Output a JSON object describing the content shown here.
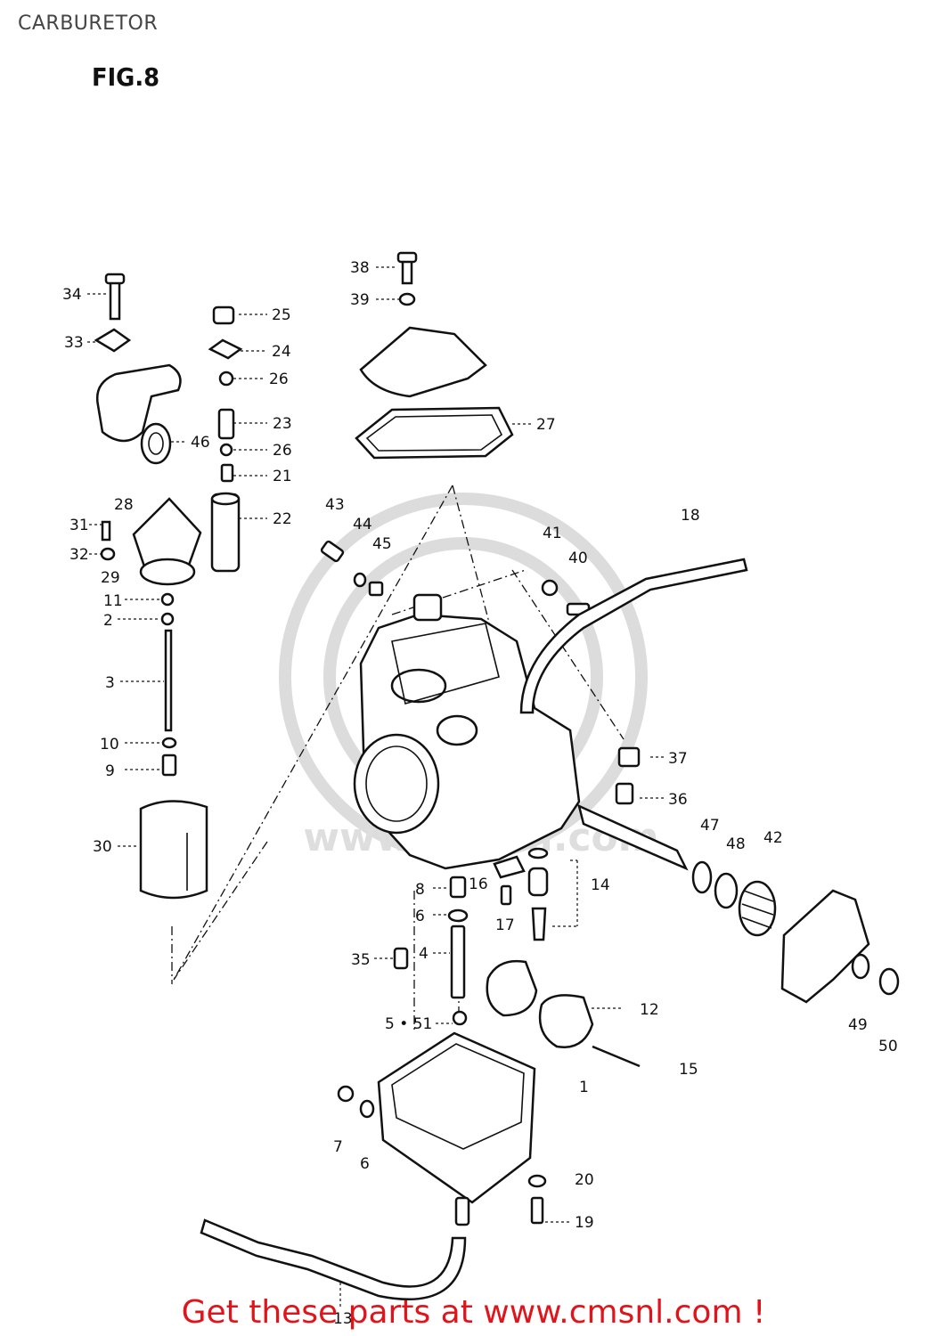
{
  "page": {
    "title": "CARBURETOR",
    "figure": "FIG.8",
    "footer": "Get these parts at www.cmsnl.com !"
  },
  "watermark": {
    "text": "www.cmsnl.com"
  },
  "callouts": [
    {
      "id": "34",
      "text": "34"
    },
    {
      "id": "33",
      "text": "33"
    },
    {
      "id": "25",
      "text": "25"
    },
    {
      "id": "24",
      "text": "24"
    },
    {
      "id": "26a",
      "text": "26"
    },
    {
      "id": "23",
      "text": "23"
    },
    {
      "id": "26b",
      "text": "26"
    },
    {
      "id": "21",
      "text": "21"
    },
    {
      "id": "22",
      "text": "22"
    },
    {
      "id": "46",
      "text": "46"
    },
    {
      "id": "28",
      "text": "28"
    },
    {
      "id": "31",
      "text": "31"
    },
    {
      "id": "32",
      "text": "32"
    },
    {
      "id": "29",
      "text": "29"
    },
    {
      "id": "11",
      "text": "11"
    },
    {
      "id": "2",
      "text": "2"
    },
    {
      "id": "3",
      "text": "3"
    },
    {
      "id": "10",
      "text": "10"
    },
    {
      "id": "9",
      "text": "9"
    },
    {
      "id": "30",
      "text": "30"
    },
    {
      "id": "38",
      "text": "38"
    },
    {
      "id": "39",
      "text": "39"
    },
    {
      "id": "27",
      "text": "27"
    },
    {
      "id": "43",
      "text": "43"
    },
    {
      "id": "44",
      "text": "44"
    },
    {
      "id": "45",
      "text": "45"
    },
    {
      "id": "41",
      "text": "41"
    },
    {
      "id": "40",
      "text": "40"
    },
    {
      "id": "18",
      "text": "18"
    },
    {
      "id": "37",
      "text": "37"
    },
    {
      "id": "36",
      "text": "36"
    },
    {
      "id": "47",
      "text": "47"
    },
    {
      "id": "48",
      "text": "48"
    },
    {
      "id": "42",
      "text": "42"
    },
    {
      "id": "8",
      "text": "8"
    },
    {
      "id": "16",
      "text": "16"
    },
    {
      "id": "14",
      "text": "14"
    },
    {
      "id": "6a",
      "text": "6"
    },
    {
      "id": "17",
      "text": "17"
    },
    {
      "id": "35",
      "text": "35"
    },
    {
      "id": "4",
      "text": "4"
    },
    {
      "id": "12",
      "text": "12"
    },
    {
      "id": "49",
      "text": "49"
    },
    {
      "id": "50",
      "text": "50"
    },
    {
      "id": "551",
      "text": "5 • 51"
    },
    {
      "id": "15",
      "text": "15"
    },
    {
      "id": "1",
      "text": "1"
    },
    {
      "id": "7",
      "text": "7"
    },
    {
      "id": "6b",
      "text": "6"
    },
    {
      "id": "20",
      "text": "20"
    },
    {
      "id": "19",
      "text": "19"
    },
    {
      "id": "13",
      "text": "13"
    }
  ]
}
